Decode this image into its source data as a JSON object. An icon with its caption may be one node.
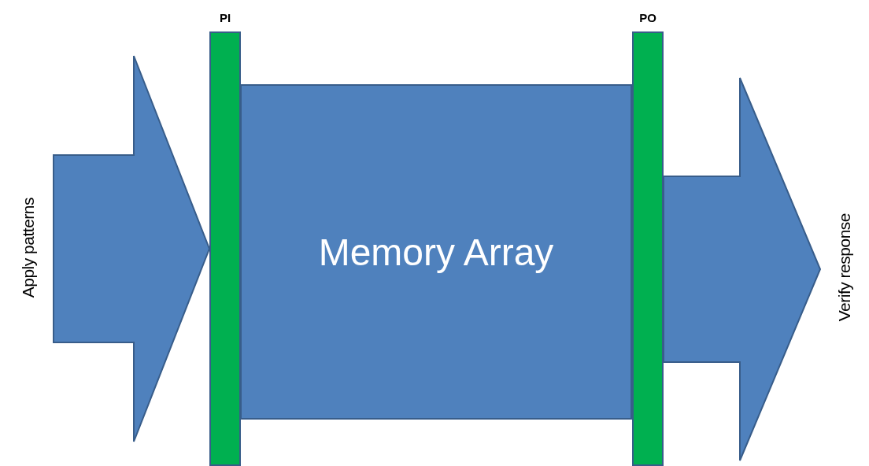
{
  "diagram": {
    "nodes": [
      {
        "text": [
          "Apply patterns"
        ]
      },
      {
        "text": [
          "PI"
        ]
      },
      {
        "text": [
          "Memory Array"
        ]
      },
      {
        "text": [
          "PO"
        ]
      },
      {
        "text": [
          "Verify response"
        ]
      }
    ],
    "edges": [
      {
        "from": 0,
        "to": 1,
        "arrow": "to"
      },
      {
        "from": 3,
        "to": 4,
        "arrow": "to"
      }
    ]
  }
}
